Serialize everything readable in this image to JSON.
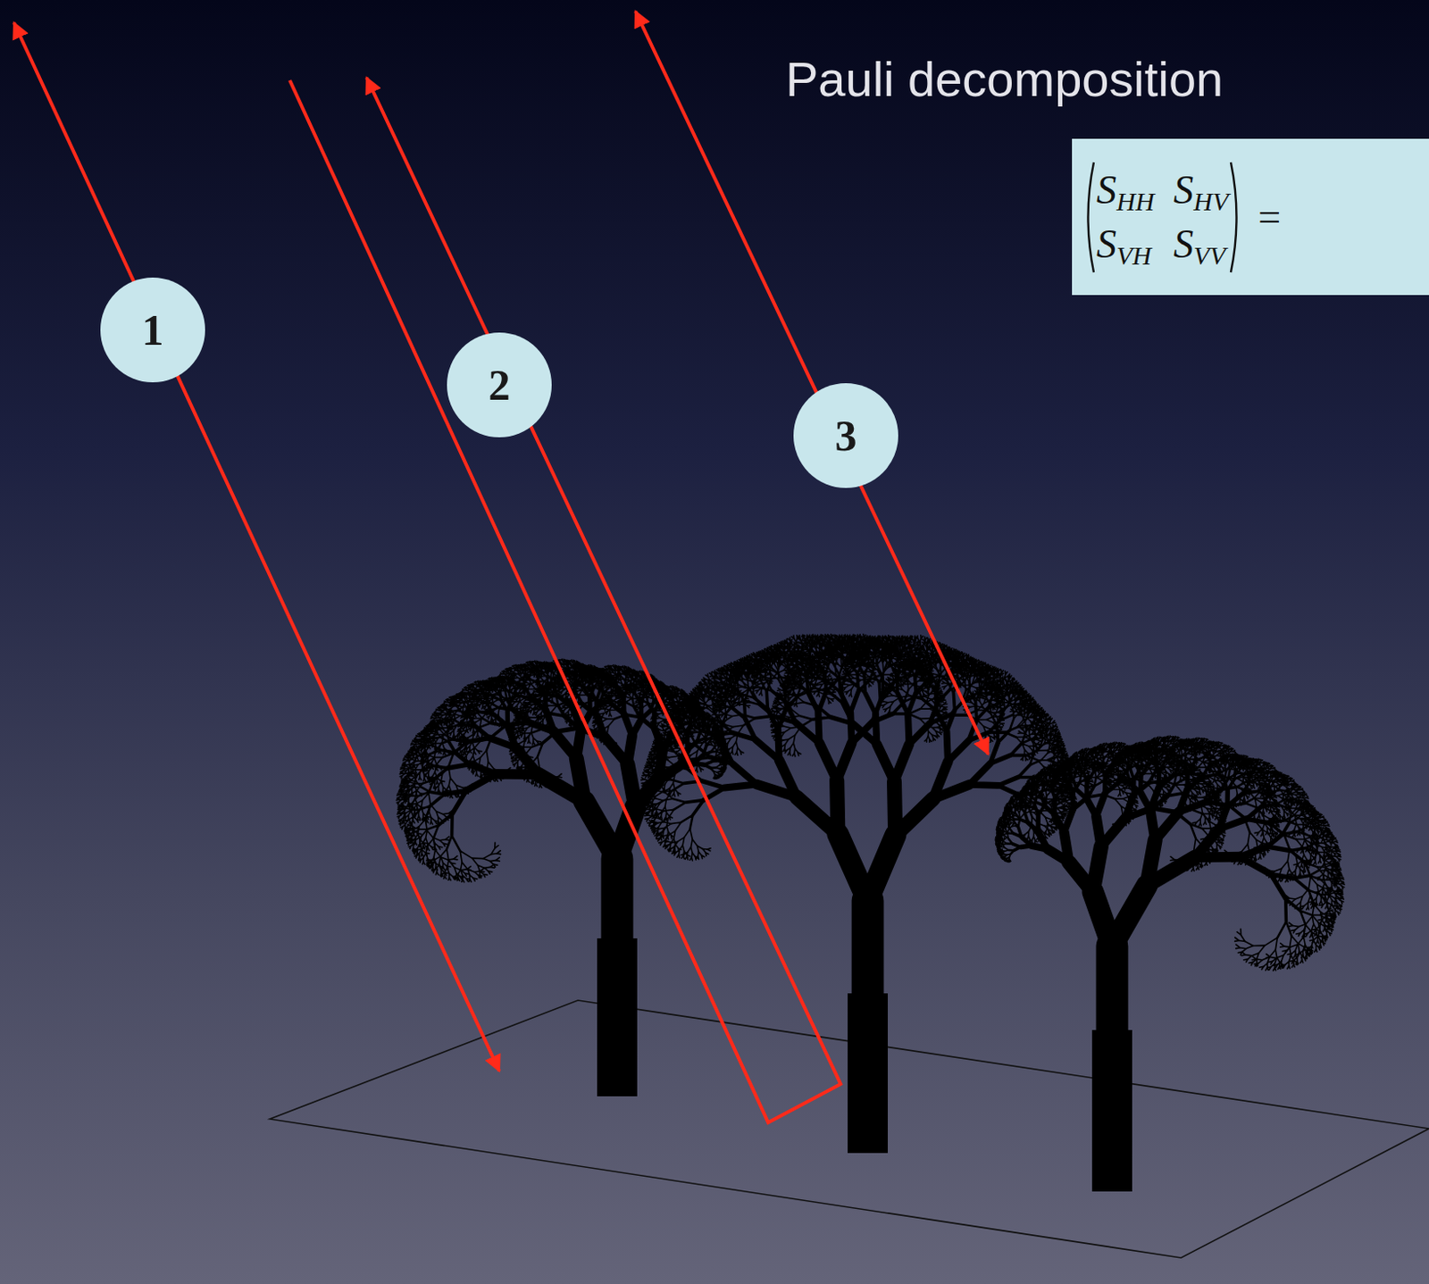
{
  "diagram": {
    "title": "Pauli decomposition",
    "nodes": [
      {
        "text": [
          "S",
          "HH",
          "S",
          "HV",
          "S",
          "VH",
          "S",
          "VV",
          "="
        ]
      },
      {
        "text": [
          "1"
        ]
      },
      {
        "text": [
          "2"
        ]
      },
      {
        "text": [
          "3"
        ]
      }
    ]
  }
}
